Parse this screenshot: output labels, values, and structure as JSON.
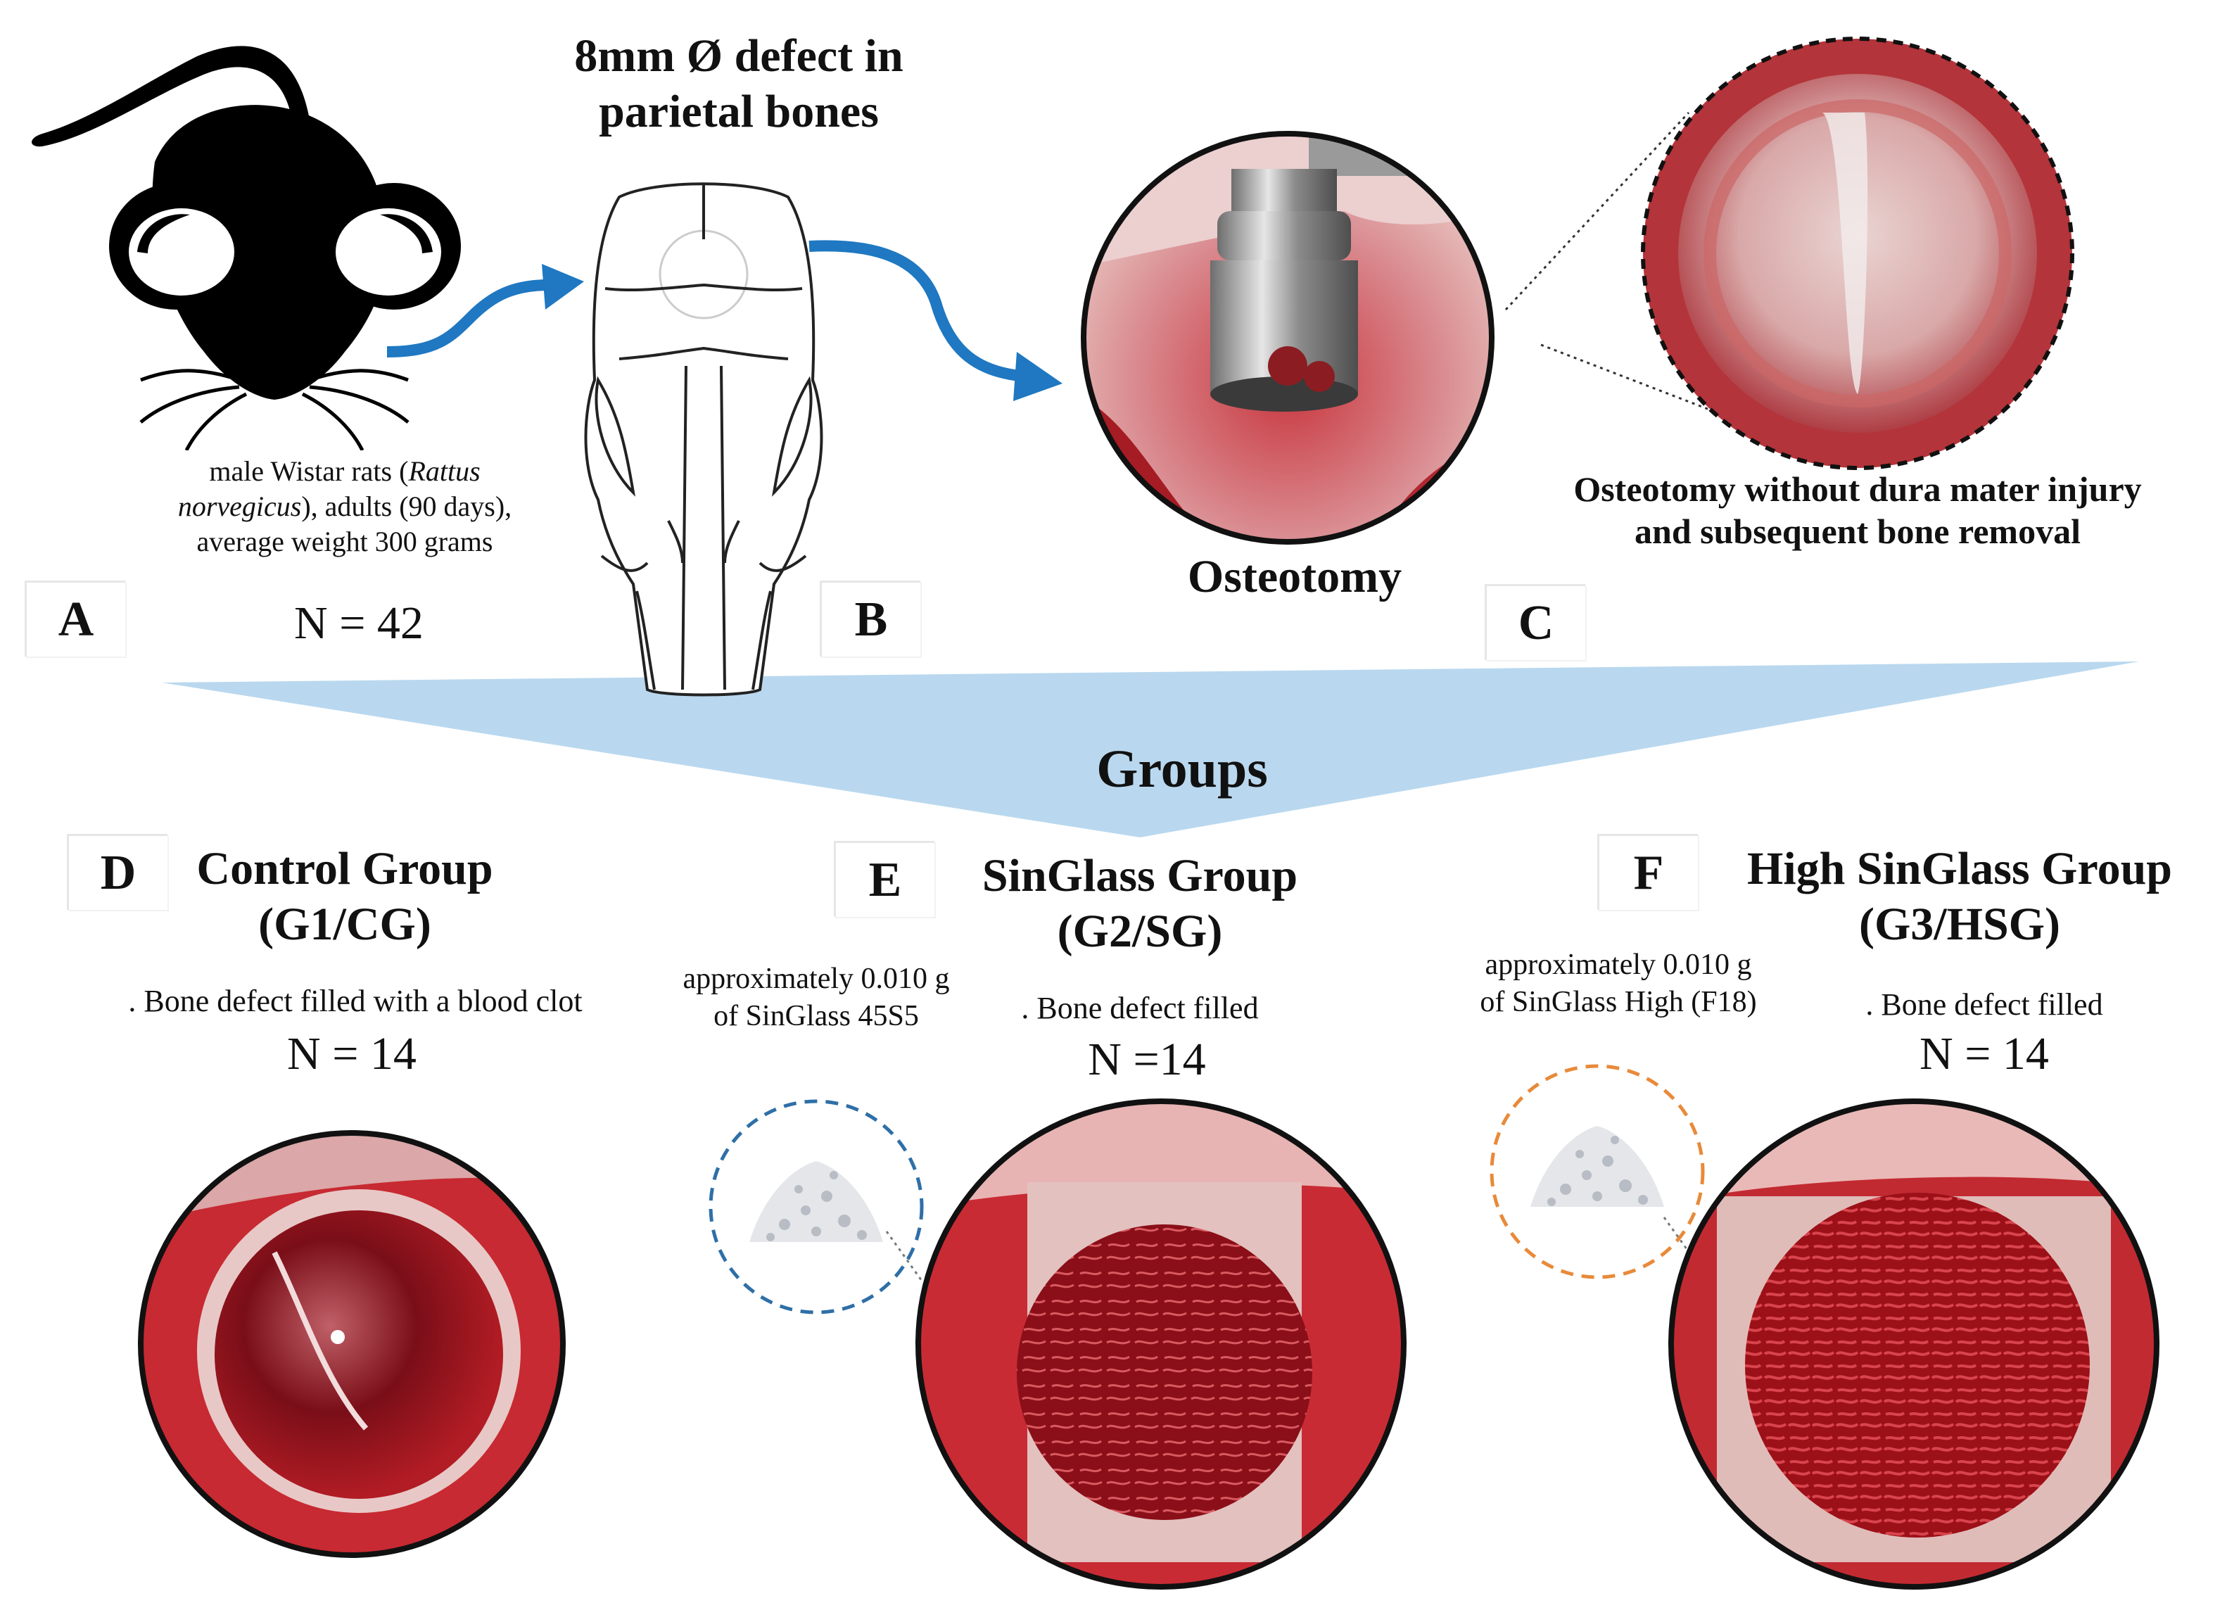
{
  "panels": {
    "a": {
      "label": "A",
      "desc_1": "male Wistar rats (",
      "desc_species_1": "Rattus",
      "desc_species_2": "norvegicus",
      "desc_2": "), adults (90 days),",
      "desc_3": "average weight 300 grams",
      "n": "N = 42"
    },
    "b": {
      "label": "B",
      "title_line1": "8mm Ø defect in",
      "title_line2": "parietal bones"
    },
    "c": {
      "label": "C",
      "osteotomy": "Osteotomy",
      "desc_line1": "Osteotomy without dura mater injury",
      "desc_line2": "and subsequent bone removal"
    }
  },
  "groups_title": "Groups",
  "groups": [
    {
      "label": "D",
      "name_line1": "Control Group",
      "name_line2": "(G1/CG)",
      "desc": ". Bone defect filled with a blood clot",
      "n": "N = 14"
    },
    {
      "label": "E",
      "name_line1": "SinGlass Group",
      "name_line2": "(G2/SG)",
      "desc": ". Bone defect filled",
      "n": "N =14",
      "material_line1": "approximately 0.010 g",
      "material_line2": "of SinGlass 45S5"
    },
    {
      "label": "F",
      "name_line1": "High SinGlass Group",
      "name_line2": "(G3/HSG)",
      "desc": ". Bone defect filled",
      "n": "N = 14",
      "material_line1": "approximately 0.010 g",
      "material_line2": "of SinGlass High (F18)"
    }
  ],
  "colors": {
    "arrow": "#1f78c1",
    "funnel": "#b4d6ee",
    "blue_dash": "#2e6fa7",
    "orange_dash": "#e88a3a",
    "tissue": "#a8141c"
  }
}
